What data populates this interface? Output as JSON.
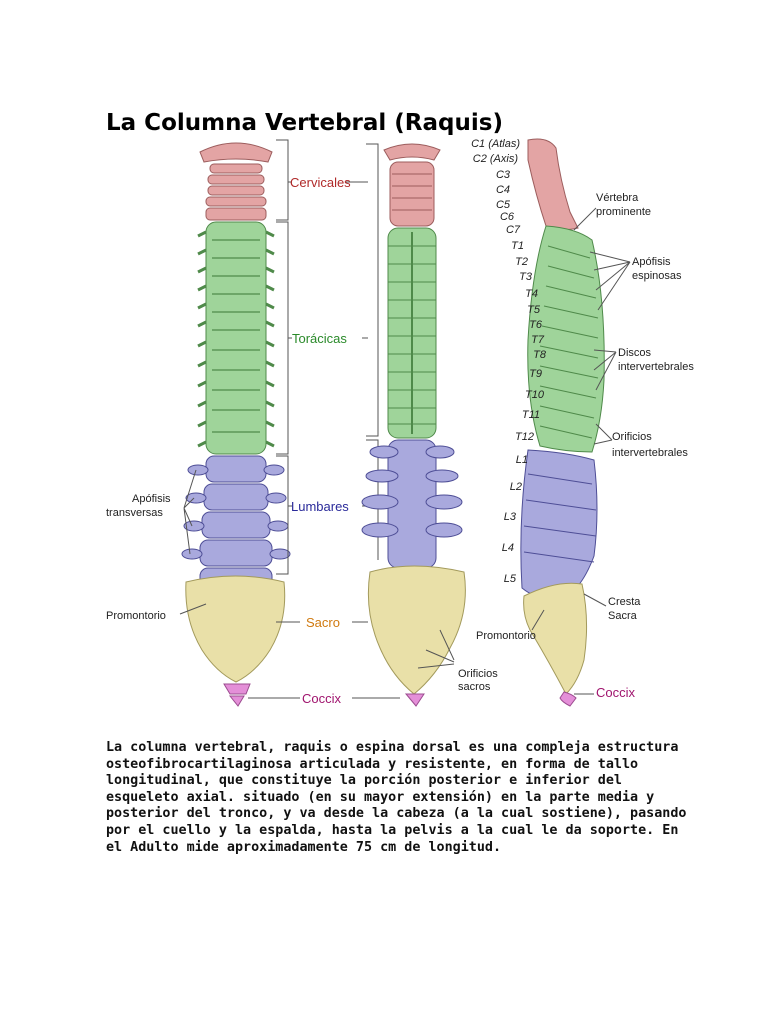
{
  "title": "La Columna Vertebral (Raquis)",
  "colors": {
    "cervical": "#e3a4a4",
    "thoracic": "#9fd49a",
    "lumbar": "#a9a9dd",
    "sacrum": "#e9e0a8",
    "coccyx": "#e48fd8",
    "cervical_label": "#b02a2a",
    "thoracic_label": "#2a8a2a",
    "lumbar_label": "#2a2a9a",
    "sacrum_label": "#d07a10",
    "coccyx_label": "#a0146e"
  },
  "labels": {
    "cervicales": "Cervicales",
    "toracicas": "Torácicas",
    "lumbares": "Lumbares",
    "sacro": "Sacro",
    "coccix": "Coccix",
    "apofisis_transversas_1": "Apófisis",
    "apofisis_transversas_2": "transversas",
    "promontorio_left": "Promontorio",
    "orificios_sacros_1": "Orificios",
    "orificios_sacros_2": "sacros",
    "vertebra_prominente_1": "Vértebra",
    "vertebra_prominente_2": "prominente",
    "apofisis_espinosas_1": "Apófisis",
    "apofisis_espinosas_2": "espinosas",
    "discos_1": "Discos",
    "discos_2": "intervertebrales",
    "orificios_iv_1": "Orificios",
    "orificios_iv_2": "intervertebrales",
    "cresta_1": "Cresta",
    "cresta_2": "Sacra",
    "promontorio_right": "Promontorio",
    "coccix_right": "Coccix"
  },
  "vertebra_labels": [
    "C1 (Atlas)",
    "C2 (Axis)",
    "C3",
    "C4",
    "C5",
    "C6",
    "C7",
    "T1",
    "T2",
    "T3",
    "T4",
    "T5",
    "T6",
    "T7",
    "T8",
    "T9",
    "T10",
    "T11",
    "T12",
    "L1",
    "L2",
    "L3",
    "L4",
    "L5"
  ],
  "body_text": "La columna vertebral, raquis o espina dorsal es una compleja estructura osteofibrocartilaginosa articulada y resistente, en forma de tallo longitudinal, que constituye la porción posterior e inferior del esqueleto axial. situado (en su mayor extensión) en la parte media y posterior del tronco, y va desde la cabeza (a la cual sostiene), pasando por el cuello y la espalda, hasta la pelvis a la cual le da soporte. En el Adulto mide aproximadamente 75 cm de longitud."
}
